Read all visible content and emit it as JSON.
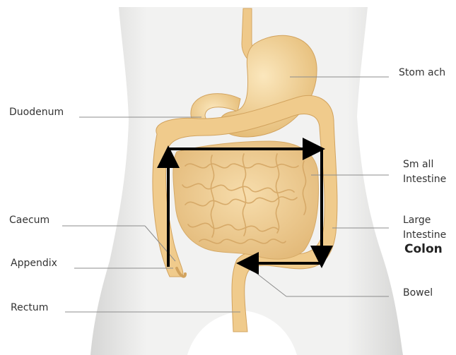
{
  "labels": {
    "stomach": "Stom ach",
    "duodenum": "Duodenum",
    "small_intestine_1": "Sm all",
    "small_intestine_2": "Intestine",
    "caecum": "Caecum",
    "large_intestine_1": "Large",
    "large_intestine_2": "Intestine",
    "colon": "Colon",
    "appendix": "Appendix",
    "bowel": "Bowel",
    "rectum": "Rectum"
  },
  "colors": {
    "body": "#f0f0ef",
    "body_shadow": "#d9d9d8",
    "organ": "#f5d9a0",
    "organ_dark": "#dcb06c",
    "arrow": "#000000",
    "leader": "#8c8c8c"
  }
}
